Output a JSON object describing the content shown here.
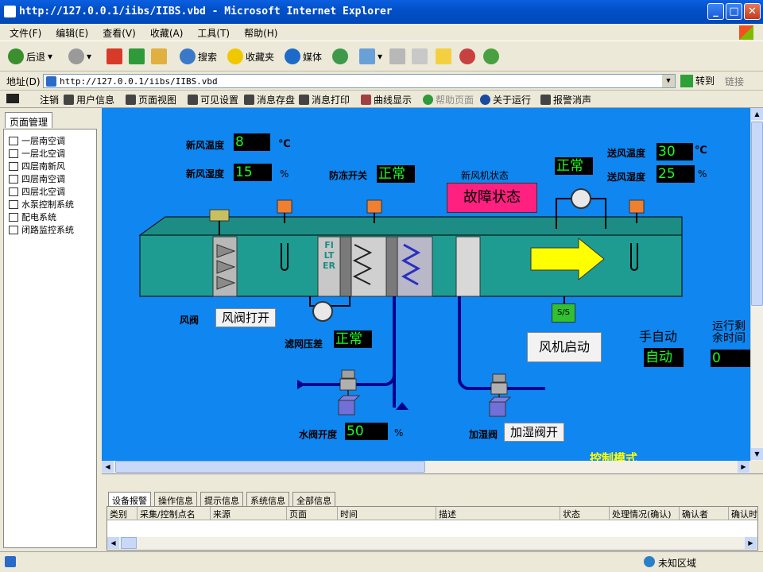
{
  "window": {
    "title": "http://127.0.0.1/iibs/IIBS.vbd - Microsoft Internet Explorer"
  },
  "menu": [
    "文件(F)",
    "编辑(E)",
    "查看(V)",
    "收藏(A)",
    "工具(T)",
    "帮助(H)"
  ],
  "toolbar": {
    "back": "后退",
    "search": "搜索",
    "favorites": "收藏夹",
    "media": "媒体"
  },
  "address": {
    "label": "地址(D)",
    "url": "http://127.0.0.1/iibs/IIBS.vbd",
    "go": "转到",
    "links": "链接"
  },
  "apptoolbar": [
    "注销",
    "用户信息",
    "页面视图",
    "可见设置",
    "消息存盘",
    "消息打印",
    "曲线显示",
    "帮助页面",
    "关于运行",
    "报警消声"
  ],
  "leftpanel": {
    "tab": "页面管理",
    "items": [
      "一层南空调",
      "一层北空调",
      "四层南新风",
      "四层南空调",
      "四层北空调",
      "水泵控制系统",
      "配电系统",
      "闭路监控系统"
    ]
  },
  "scada": {
    "fresh_temp_label": "新风温度",
    "fresh_temp_value": "8",
    "fresh_temp_unit": "℃",
    "fresh_hum_label": "新风湿度",
    "fresh_hum_value": "15",
    "fresh_hum_unit": "%",
    "antifreeze_label": "防冻开关",
    "antifreeze_value": "正常",
    "fan_state_label": "新风机状态",
    "fan_state_value": "故障状态",
    "pressure_state_value": "正常",
    "supply_temp_label": "送风温度",
    "supply_temp_value": "30",
    "supply_temp_unit": "℃",
    "supply_hum_label": "送风湿度",
    "supply_hum_value": "25",
    "supply_hum_unit": "%",
    "filter_text": "FILTER",
    "damper_label": "风阀",
    "damper_button": "风阀打开",
    "filter_pressure_label": "滤网压差",
    "filter_pressure_value": "正常",
    "fan_start_button": "风机启动",
    "ss_label": "S/S",
    "manual_auto_label": "手自动",
    "manual_auto_value": "自动",
    "runtime_label_1": "运行剩",
    "runtime_label_2": "余时间",
    "runtime_value": "0",
    "valve_label": "水阀开度",
    "valve_value": "50",
    "valve_unit": "%",
    "humidify_label": "加湿阀",
    "humidify_button": "加湿阀开",
    "control_mode_label": "控制模式"
  },
  "bottom": {
    "tabs": [
      "设备报警",
      "操作信息",
      "提示信息",
      "系统信息",
      "全部信息"
    ],
    "columns": [
      "类别",
      "采集/控制点名",
      "来源",
      "页面",
      "时间",
      "描述",
      "状态",
      "处理情况(确认)",
      "确认者",
      "确认时"
    ]
  },
  "status": {
    "zone": "未知区域"
  }
}
